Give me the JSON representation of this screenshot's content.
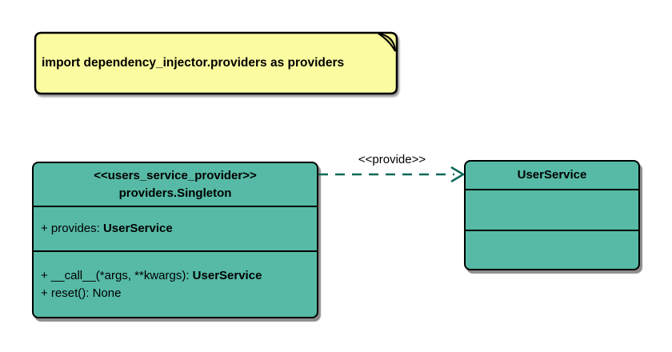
{
  "colors": {
    "class_fill": "#56BAA6",
    "note_fill": "#FBFBA0",
    "note_fold_fill": "#D9D977",
    "edge_color": "#0D6858",
    "border": "#000000"
  },
  "note": {
    "text": "import dependency_injector.providers as providers"
  },
  "provider_class": {
    "stereotype": "<<users_service_provider>>",
    "name": "providers.Singleton",
    "attributes": [
      {
        "text": "+ provides: ",
        "emphasis": "UserService"
      }
    ],
    "methods": [
      {
        "text": "+ __call__(*args, **kwargs): ",
        "emphasis": "UserService"
      },
      {
        "text": "+ reset(): None",
        "emphasis": ""
      }
    ]
  },
  "service_class": {
    "name": "UserService"
  },
  "edge": {
    "label": "<<provide>>"
  }
}
